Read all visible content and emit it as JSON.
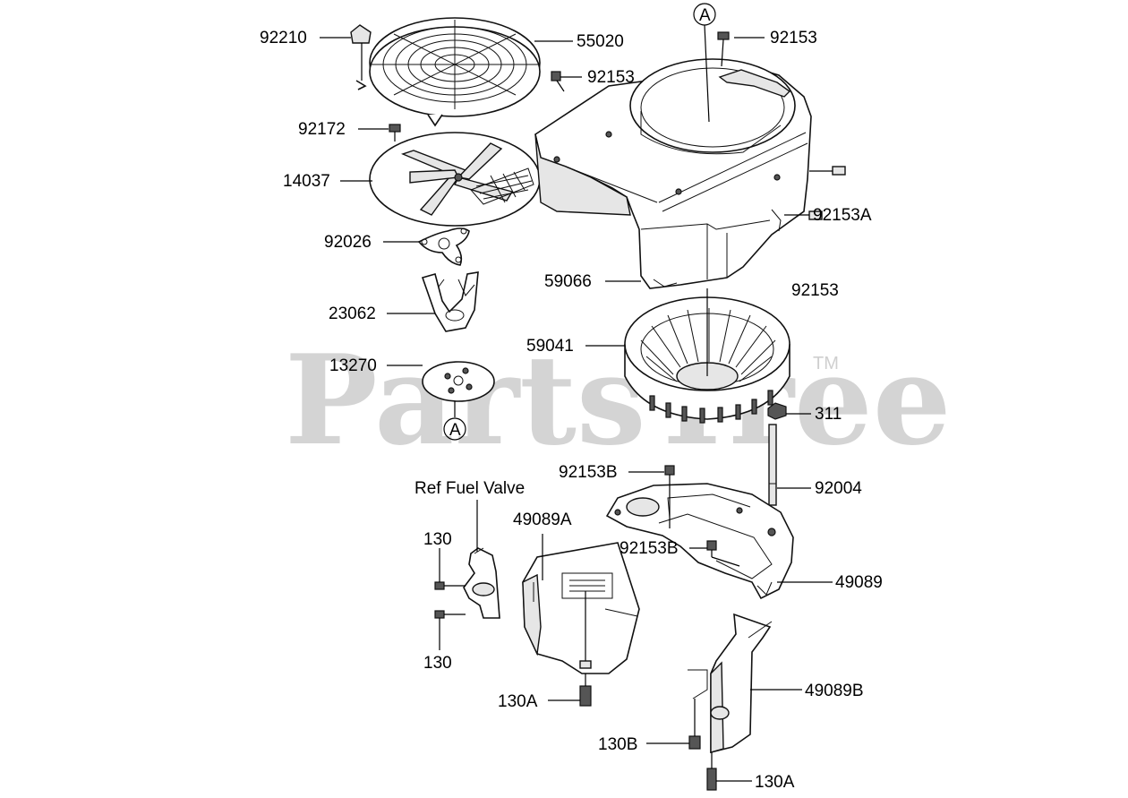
{
  "watermark": {
    "text": "PartsTree",
    "trademark": "TM"
  },
  "callouts": {
    "ref_a_top": "A",
    "ref_a_bottom": "A",
    "ref_fuel_valve": "Ref Fuel Valve"
  },
  "part_numbers": {
    "p92210": "92210",
    "p55020": "55020",
    "p92153_top": "92153",
    "p92153_mid": "92153",
    "p92172": "92172",
    "p14037": "14037",
    "p92153A": "92153A",
    "p92026": "92026",
    "p92153_right": "92153",
    "p59066": "59066",
    "p23062": "23062",
    "p59041": "59041",
    "p13270": "13270",
    "p311": "311",
    "p92153B_top": "92153B",
    "p92004": "92004",
    "p49089A": "49089A",
    "p130_top": "130",
    "p92153B_mid": "92153B",
    "p49089": "49089",
    "p130_bottom": "130",
    "p49089B": "49089B",
    "p130A_mid": "130A",
    "p130B": "130B",
    "p130A_bottom": "130A"
  }
}
